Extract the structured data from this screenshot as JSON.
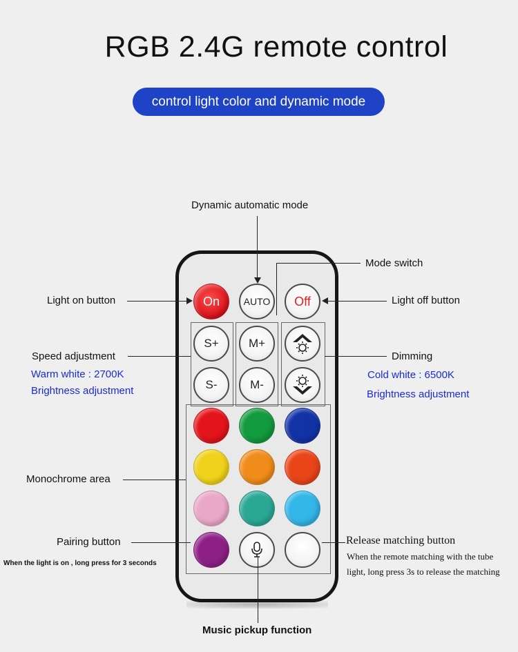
{
  "title": "RGB 2.4G remote control",
  "subtitle": "control light color and dynamic mode",
  "accent_color": "#1f43c6",
  "labels": {
    "dynamic_mode": "Dynamic automatic mode",
    "mode_switch": "Mode switch",
    "light_on": "Light on button",
    "light_off": "Light off button",
    "speed": "Speed adjustment",
    "warm_white": "Warm white : 2700K",
    "brightness_left": "Brightness adjustment",
    "dimming": "Dimming",
    "cold_white": "Cold white : 6500K",
    "brightness_right": "Brightness adjustment",
    "monochrome": "Monochrome area",
    "pairing": "Pairing button",
    "pairing_note": "When the light is on , long press for 3 seconds",
    "release": "Release matching button",
    "release_note": "When the remote matching with the tube light, long press 3s to release the matching",
    "music": "Music pickup function"
  },
  "buttons": {
    "on": "On",
    "auto": "AUTO",
    "off": "Off",
    "speed_up": "S+",
    "speed_down": "S-",
    "mode_up": "M+",
    "mode_down": "M-",
    "brightness_up_icon": "sun-up-icon",
    "brightness_down_icon": "sun-down-icon",
    "mic_icon": "microphone-icon"
  },
  "color_buttons": [
    {
      "name": "red",
      "color": "#e3141b"
    },
    {
      "name": "green",
      "color": "#129a3e"
    },
    {
      "name": "blue",
      "color": "#1233a6"
    },
    {
      "name": "yellow",
      "color": "#f0d21a"
    },
    {
      "name": "orange",
      "color": "#f08c1a"
    },
    {
      "name": "orange-red",
      "color": "#ea4419"
    },
    {
      "name": "pink",
      "color": "#eaa8c9"
    },
    {
      "name": "teal",
      "color": "#2aa894"
    },
    {
      "name": "light-blue",
      "color": "#33b6e8"
    },
    {
      "name": "purple",
      "color": "#8e1f86"
    },
    {
      "name": "white",
      "color": "#f2f2f2"
    }
  ]
}
